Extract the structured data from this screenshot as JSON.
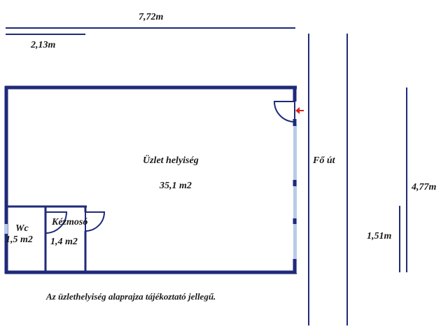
{
  "dimensions": {
    "total_width": "7,72m",
    "partial_width": "2,13m",
    "height_outer": "4,77m",
    "height_inner": "1,51m"
  },
  "rooms": {
    "shop": {
      "name": "Üzlet helyiség",
      "area": "35,1 m2"
    },
    "wc": {
      "name": "Wc",
      "area": "1,5 m2"
    },
    "washroom": {
      "name": "Kézmosó",
      "area": "1,4 m2"
    }
  },
  "street_label": "Fő út",
  "note": "Az üzlethelyiség alaprajza tájékoztató jellegű.",
  "colors": {
    "wall": "#1f2a7a",
    "window": "#b7cbe8",
    "entrance_arrow": "#e02020",
    "text": "#1a1a1a"
  }
}
